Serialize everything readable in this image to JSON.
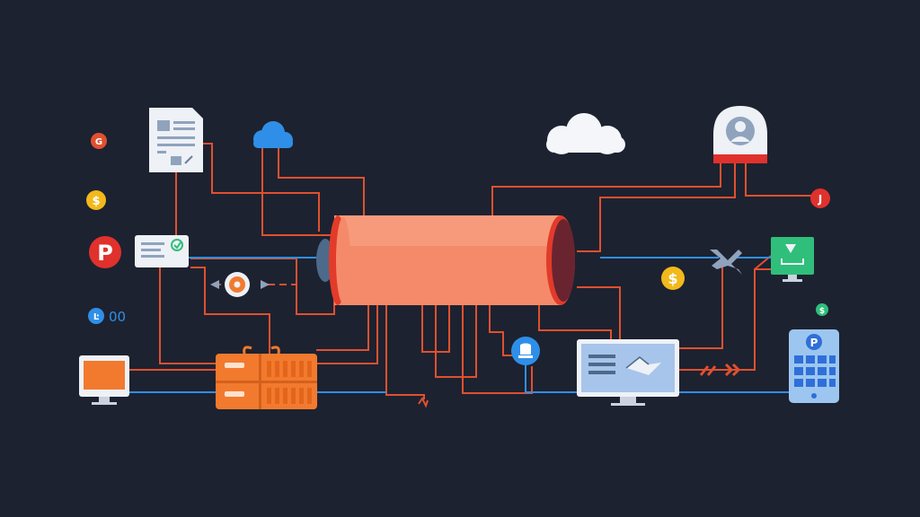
{
  "colors": {
    "background": "#1d2230",
    "wire_orange": "#e0502f",
    "wire_blue": "#2f8fe8",
    "pipe_body": "#f58a6a",
    "pipe_rim": "#e23b2a",
    "pipe_end": "#6a2430",
    "server": "#f27a2e",
    "doc_paper": "#eef1f6",
    "cloud_blue": "#2f8fe8",
    "cloud_white": "#f4f6fa",
    "dollar_yellow": "#f2b91c",
    "pinterest_red": "#e0312d",
    "monitor_screen": "#a7c4ea",
    "tablet": "#9cc6f0",
    "green_screen": "#2fbf7a"
  },
  "badges": {
    "g_badge": "G",
    "dollar_left": "$",
    "dollar_right": "$",
    "pinterest": "P",
    "blue_id": "Ŀ",
    "blue_id_suffix": "00",
    "red_j": "J",
    "tablet_p": "P",
    "small_green": "$"
  },
  "icons": [
    "document-icon",
    "cloud-icon",
    "cloud-icon",
    "user-profile-icon",
    "pinterest-icon",
    "form-card-icon",
    "gear-node-icon",
    "desktop-monitor-icon",
    "server-rack-icon",
    "cylinder-pipeline-icon",
    "database-icon",
    "handshake-monitor-icon",
    "wrench-icon",
    "download-screen-icon",
    "tablet-keypad-icon"
  ]
}
